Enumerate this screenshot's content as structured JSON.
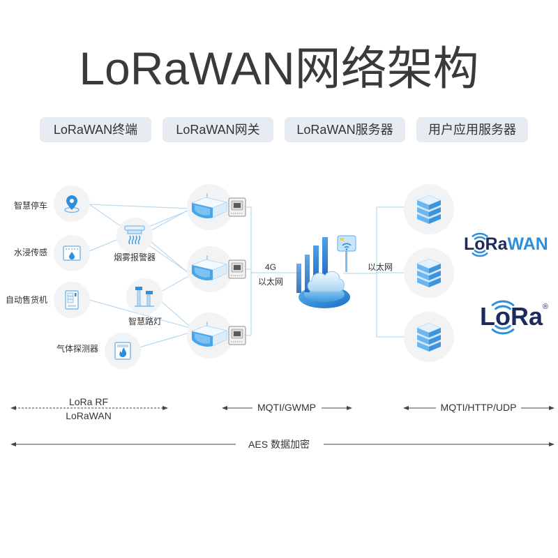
{
  "title": "LoRaWAN网络架构",
  "layers": [
    {
      "label": "LoRaWAN终端"
    },
    {
      "label": "LoRaWAN网关"
    },
    {
      "label": "LoRaWAN服务器"
    },
    {
      "label": "用户应用服务器"
    }
  ],
  "devices": [
    {
      "label": "智慧停车",
      "icon": "map-pin-icon"
    },
    {
      "label": "水浸传感",
      "icon": "water-sensor-icon"
    },
    {
      "label": "自动售货机",
      "icon": "vending-machine-icon"
    },
    {
      "label": "烟雾报警器",
      "icon": "smoke-alarm-icon"
    },
    {
      "label": "智慧路灯",
      "icon": "street-light-icon"
    },
    {
      "label": "气体探测器",
      "icon": "gas-detector-icon"
    }
  ],
  "backhaul": {
    "cellular": "4G",
    "ethernet": "以太网"
  },
  "server_link": {
    "ethernet": "以太网"
  },
  "logos": {
    "lorawan": {
      "lora": "LoRa",
      "wan": "WAN"
    },
    "lora": {
      "text": "LoRa",
      "mark": "®"
    }
  },
  "protocols": {
    "device_radio": "LoRa RF",
    "device_network": "LoRaWAN",
    "gateway_server": "MQTI/GWMP",
    "server_app": "MQTI/HTTP/UDP",
    "security": "AES 数据加密"
  },
  "icons": {
    "gateway": "gateway-icon",
    "module": "lora-module-icon",
    "cloud": "cloud-network-icon",
    "wifi": "wifi-icon",
    "server": "server-stack-icon"
  },
  "colors": {
    "accent": "#2d8fdc",
    "navy": "#1c2b5e",
    "link": "#a9d3ee",
    "pill": "#e7ebf2",
    "node": "#f2f3f5",
    "text": "#333333"
  }
}
